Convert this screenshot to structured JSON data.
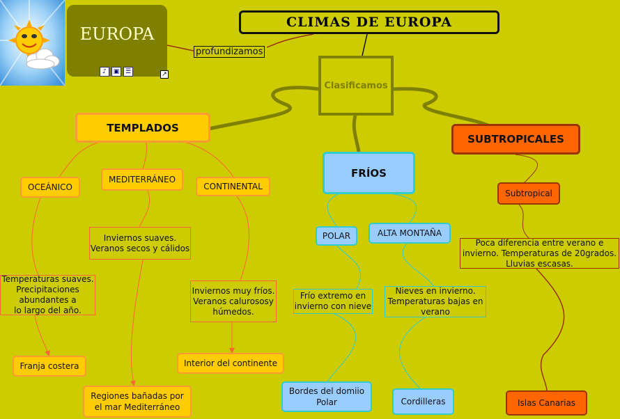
{
  "title": "CLIMAS DE EUROPA",
  "topic": "EUROPA",
  "link_label": "profundizamos",
  "center": "Clasificamos",
  "templados": {
    "label": "TEMPLADOS",
    "oceanico": {
      "label": "OCEÁNICO",
      "desc": "Temperaturas suaves.\nPrecipitaciones\nabundantes a\nlo largo del año.",
      "place": "Franja costera"
    },
    "mediterraneo": {
      "label": "MEDITERRÁNEO",
      "desc": "Inviernos suaves.\nVeranos secos y cálidos",
      "place": "Regiones bañadas por\nel mar Mediterráneo"
    },
    "continental": {
      "label": "CONTINENTAL",
      "desc": "Inviernos muy fríos.\nVeranos calurososy\nhúmedos.",
      "place": "Interior del continente"
    }
  },
  "frios": {
    "label": "FRÍOS",
    "polar": {
      "label": "POLAR",
      "desc": "Frío extremo en\ninvierno con nieve",
      "place": "Bordes del domiio\nPolar"
    },
    "alta_montana": {
      "label": "ALTA MONTAÑA",
      "desc": "Nieves en invierno.\nTemperaturas bajas en\nverano",
      "place": "Cordilleras"
    }
  },
  "subtropicales": {
    "label": "SUBTROPICALES",
    "subtropical": {
      "label": "Subtropical",
      "desc": "Poca diferencia entre verano e\ninvierno. Temperaturas de 20grados.\nLluvias escasas.",
      "place": "Islas Canarias"
    }
  },
  "colors": {
    "background": "#cccc00",
    "templado_fill": "#ffcc00",
    "templado_border": "#ff9933",
    "frio_fill": "#99ccff",
    "frio_border": "#33cccc",
    "subtropical_fill": "#ff6600",
    "subtropical_border": "#993300",
    "olive": "#808000"
  }
}
